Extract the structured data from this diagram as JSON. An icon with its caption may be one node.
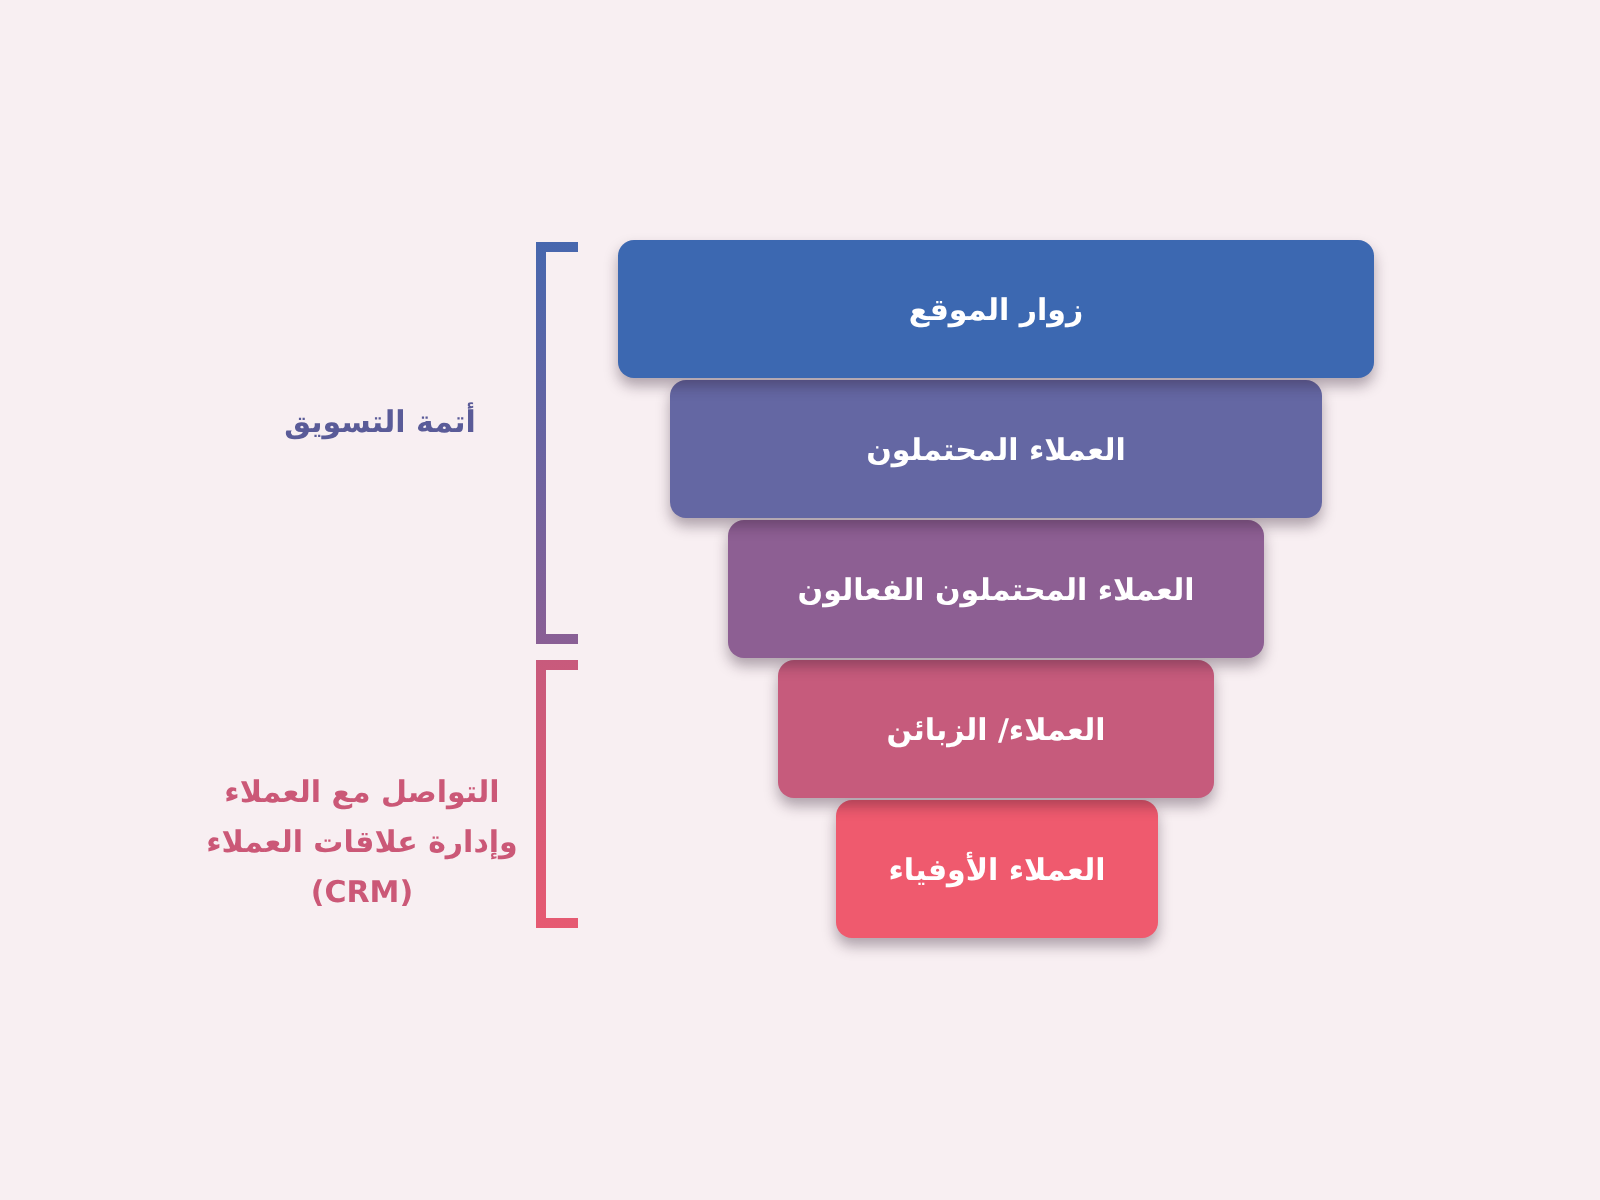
{
  "diagram": {
    "nodes": [
      {
        "text": [
          "زوار الموقع"
        ]
      },
      {
        "text": [
          "العملاء المحتملون"
        ]
      },
      {
        "text": [
          "العملاء المحتملون الفعالون"
        ]
      },
      {
        "text": [
          "العملاء/ الزبائن"
        ]
      },
      {
        "text": [
          "العملاء الأوفياء"
        ]
      }
    ],
    "labels": [
      "أتمة التسويق",
      "التواصل مع العملاء وإدارة علاقات العملاء (CRM)"
    ]
  }
}
